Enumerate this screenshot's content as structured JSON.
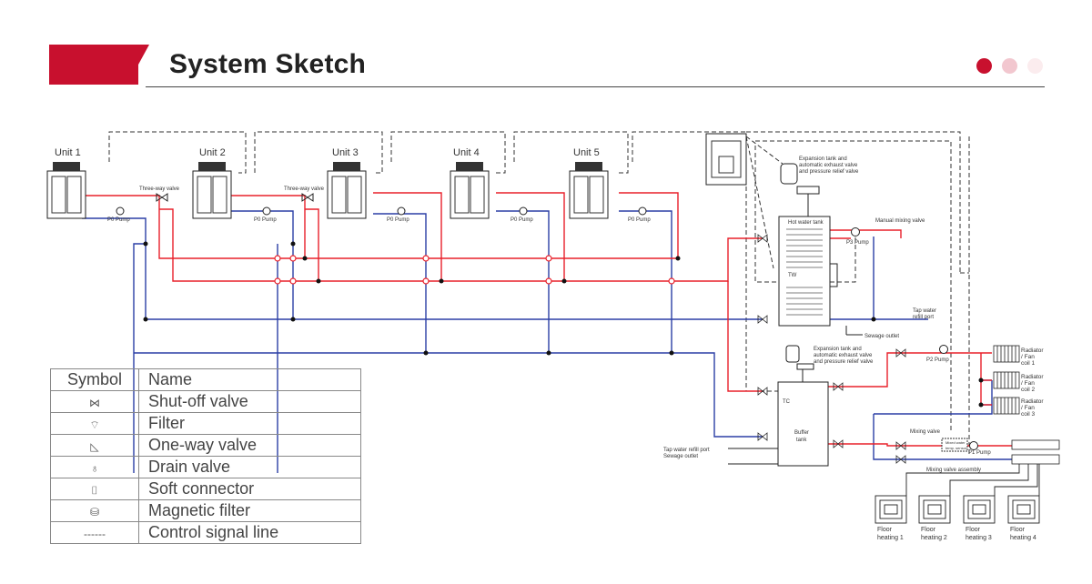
{
  "header": {
    "title": "System Sketch"
  },
  "colors": {
    "accent": "#c8102e",
    "hot": "#e8202a",
    "cold": "#2b3fa6",
    "signal": "#333333"
  },
  "units": [
    {
      "label": "Unit 1",
      "pump": "P0 Pump"
    },
    {
      "label": "Unit 2",
      "pump": "P0 Pump"
    },
    {
      "label": "Unit 3",
      "pump": "P0 Pump"
    },
    {
      "label": "Unit 4",
      "pump": "P0 Pump"
    },
    {
      "label": "Unit 5",
      "pump": "P0 Pump"
    }
  ],
  "labels": {
    "three_way_valve": "Three-way valve",
    "expansion_top": [
      "Expansion tank and",
      "automatic exhaust valve",
      "and pressure relief valve"
    ],
    "hot_water_tank": "Hot water tank",
    "tw": "TW",
    "p3_pump": "P3 Pump",
    "manual_mixing_valve": "Manual mixing valve",
    "tap_water_refill": [
      "Tap water",
      "refill port"
    ],
    "sewage_outlet": "Sewage outlet",
    "expansion_mid": [
      "Expansion tank and",
      "automatic exhaust valve",
      "and pressure relief valve"
    ],
    "p2_pump": "P2 Pump",
    "radiators": [
      [
        "Radiator",
        "/ Fan",
        "coil 1"
      ],
      [
        "Radiator",
        "/ Fan",
        "coil 2"
      ],
      [
        "Radiator",
        "/ Fan",
        "coil 3"
      ]
    ],
    "tc": "TC",
    "buffer_tank": [
      "Buffer",
      "tank"
    ],
    "tap_water_refill_sewage": [
      "Tap water refill port",
      "Sewage outlet"
    ],
    "mixing_valve": "Mixing valve",
    "mixing_temp_sensor": [
      "Mixed water",
      "temp. sensor"
    ],
    "p1_pump": "P1 Pump",
    "mixing_valve_assembly": "Mixing valve assembly",
    "floor_heating": [
      [
        "Floor",
        "heating 1"
      ],
      [
        "Floor",
        "heating 2"
      ],
      [
        "Floor",
        "heating 3"
      ],
      [
        "Floor",
        "heating 4"
      ]
    ]
  },
  "legend": {
    "headers": {
      "symbol": "Symbol",
      "name": "Name"
    },
    "rows": [
      {
        "icon": "shut-off-valve-icon",
        "symbol": "⋈",
        "name": "Shut-off valve"
      },
      {
        "icon": "filter-icon",
        "symbol": "⌔",
        "name": "Filter"
      },
      {
        "icon": "one-way-valve-icon",
        "symbol": "◺",
        "name": "One-way valve"
      },
      {
        "icon": "drain-valve-icon",
        "symbol": "♁",
        "name": "Drain valve"
      },
      {
        "icon": "soft-connector-icon",
        "symbol": "⌷",
        "name": "Soft connector"
      },
      {
        "icon": "magnetic-filter-icon",
        "symbol": "⛁",
        "name": "Magnetic filter"
      },
      {
        "icon": "control-signal-line-icon",
        "symbol": "------",
        "name": "Control signal line"
      }
    ]
  }
}
